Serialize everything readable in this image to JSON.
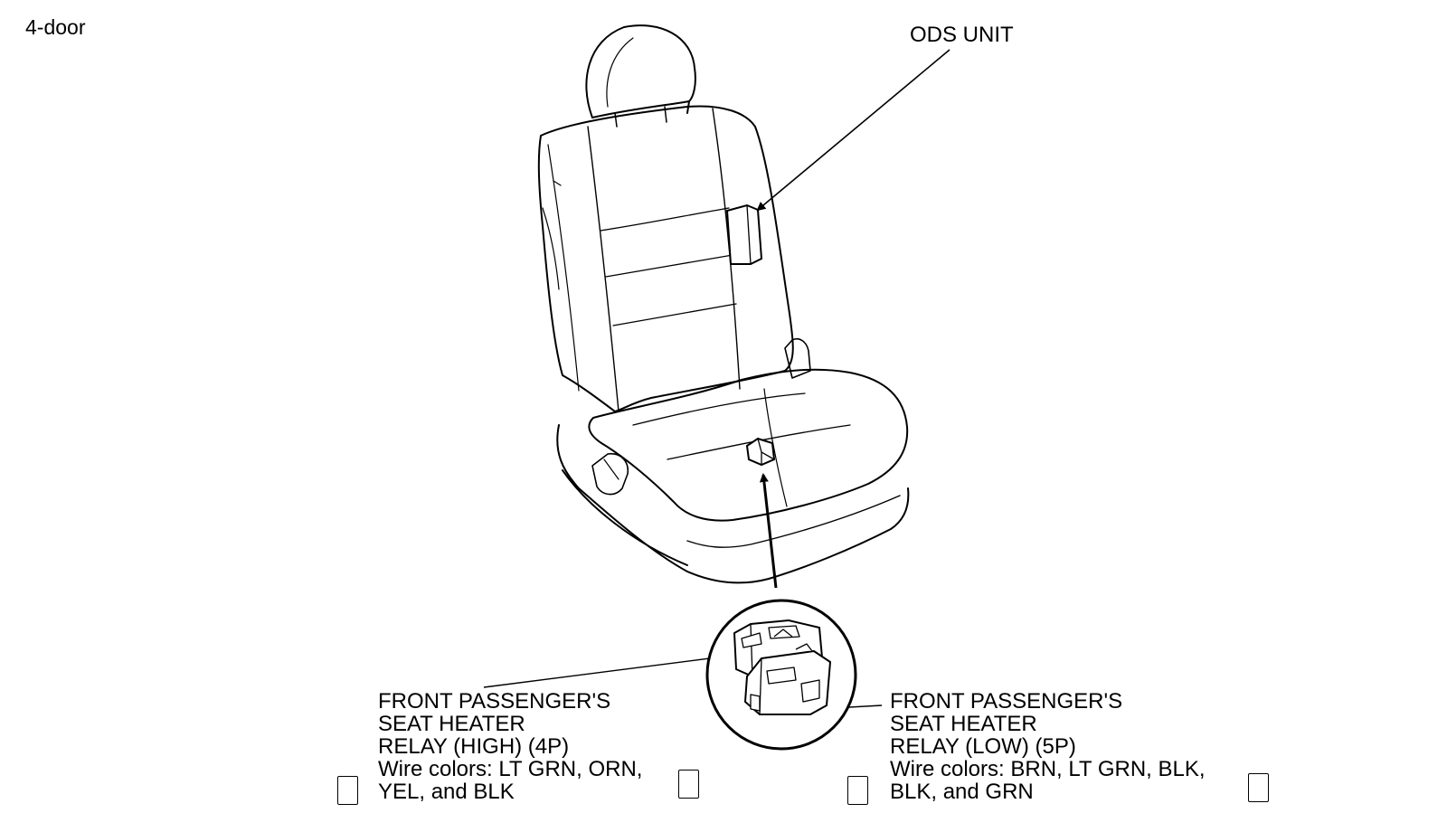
{
  "variant_label": "4-door",
  "callouts": {
    "ods_unit": "ODS UNIT",
    "relay_high": {
      "lines": [
        "FRONT PASSENGER'S",
        "SEAT HEATER",
        "RELAY (HIGH) (4P)",
        "Wire colors: LT GRN, ORN,",
        "YEL, and BLK"
      ]
    },
    "relay_low": {
      "lines": [
        "FRONT PASSENGER'S",
        "SEAT HEATER",
        "RELAY (LOW) (5P)",
        "Wire colors: BRN, LT GRN, BLK,",
        "BLK, and GRN"
      ]
    }
  },
  "colors": {
    "line": "#000000",
    "background": "#ffffff"
  },
  "icons": {
    "checkbox": "checkbox-square-icon",
    "seat": "passenger-seat-illustration",
    "connector": "relay-connector-icon"
  }
}
